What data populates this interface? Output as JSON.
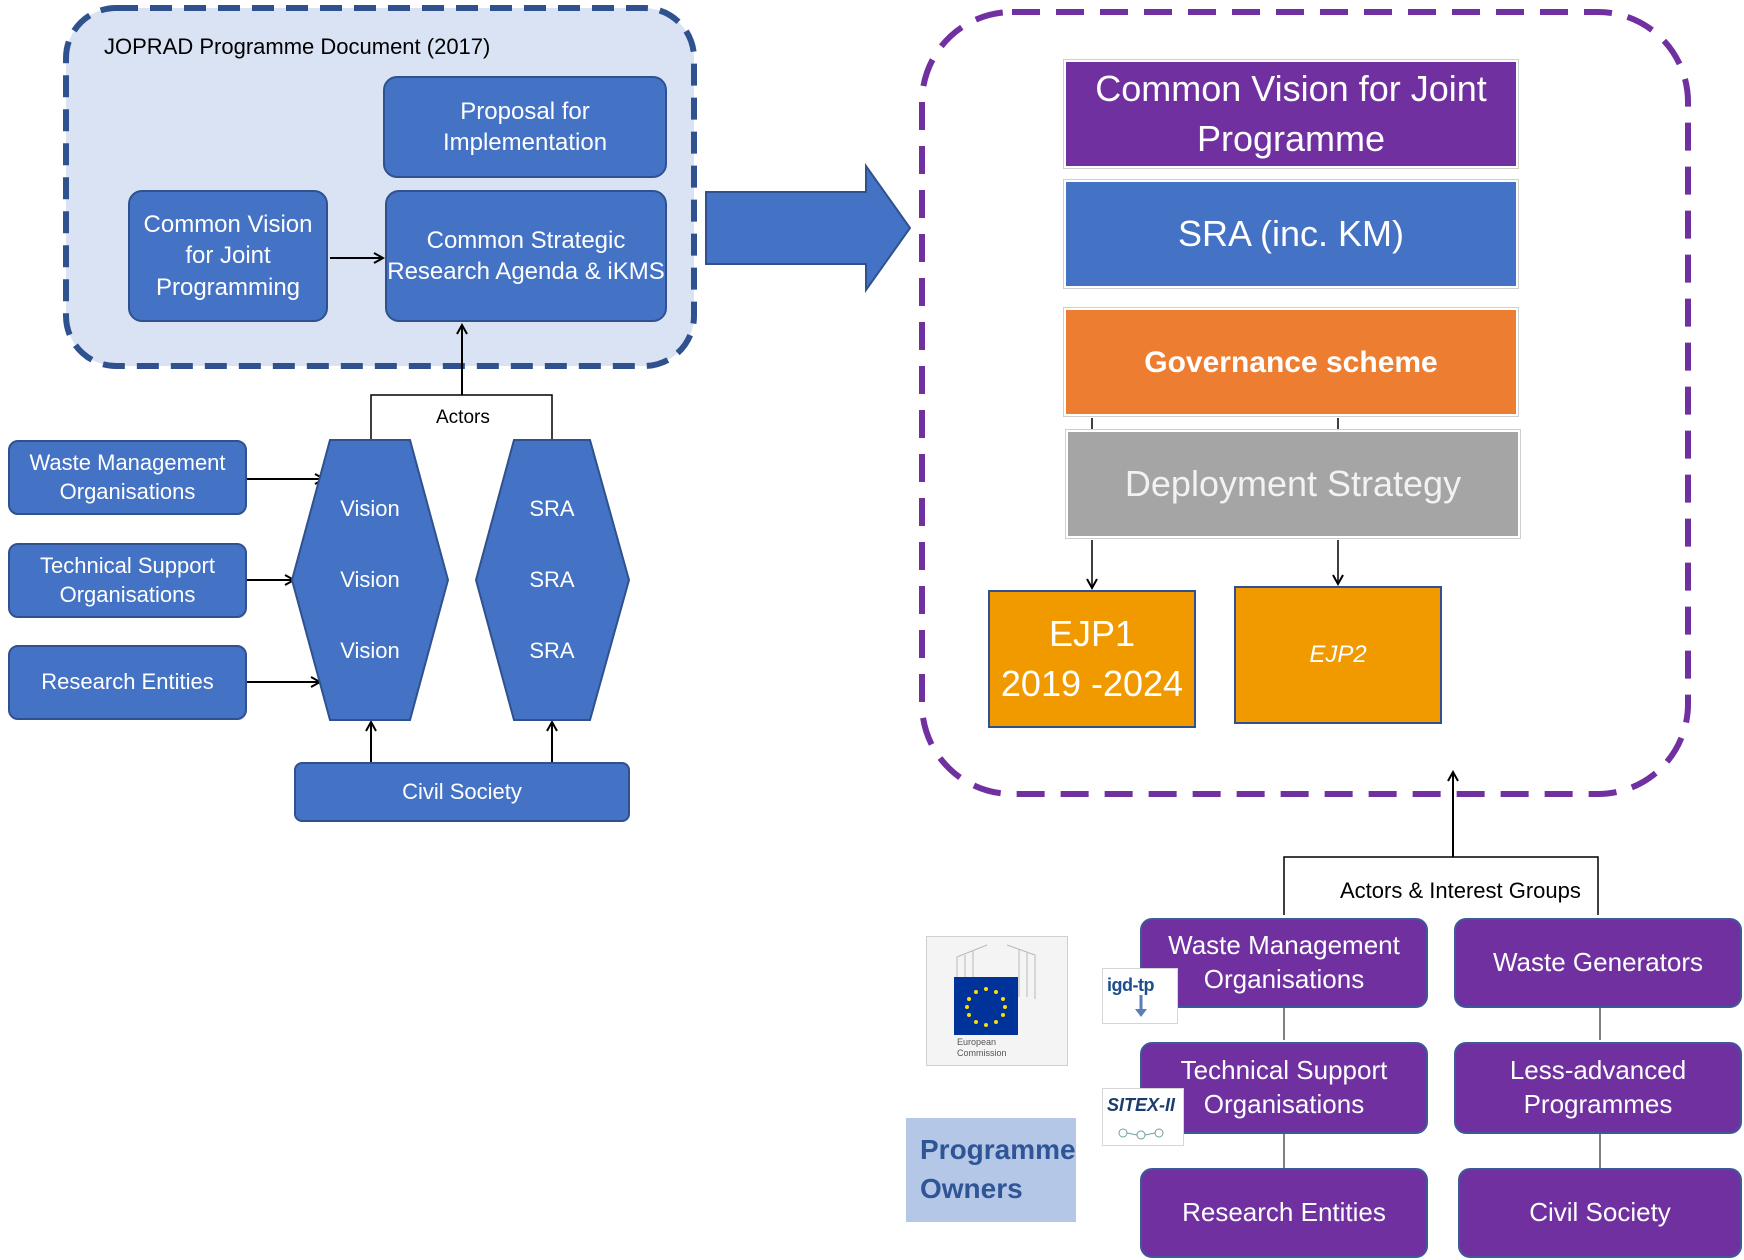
{
  "left_panel": {
    "title": "JOPRAD Programme Document (2017)",
    "proposal": "Proposal for\nImplementation",
    "common_vision": "Common Vision\nfor Joint\nProgramming",
    "common_sra": "Common Strategic\nResearch Agenda & iKMS",
    "actors_label": "Actors",
    "actors": [
      "Waste Management\nOrganisations",
      "Technical Support\nOrganisations",
      "Research Entities"
    ],
    "vision_hex": [
      "Vision",
      "Vision",
      "Vision"
    ],
    "sra_hex": [
      "SRA",
      "SRA",
      "SRA"
    ],
    "civil_society": "Civil Society"
  },
  "right_panel": {
    "vision": "Common Vision for Joint\nProgramme",
    "sra": "SRA (inc. KM)",
    "governance": "Governance scheme",
    "deployment": "Deployment  Strategy",
    "ejp1": "EJP1\n2019 -2024",
    "ejp2": "EJP2"
  },
  "bottom": {
    "actors_label": "Actors & Interest Groups",
    "groups": {
      "wmo": "Waste Management\nOrganisations",
      "waste_generators": "Waste Generators",
      "tso": "Technical Support\nOrganisations",
      "less_advanced": "Less-advanced\nProgrammes",
      "research": "Research Entities",
      "civil_society": "Civil Society"
    },
    "programme_owners": "Programme\nOwners",
    "ec_logo_text": "European\nCommission",
    "igd_logo_text": "igd-tp",
    "sitex_logo_text": "SITEX-II"
  },
  "colors": {
    "blue": "#4472c4",
    "purple": "#7030a0",
    "orange": "#ed7d31",
    "grey": "#a5a5a5",
    "gold": "#f09a00",
    "dark_blue_dash": "#2f528f",
    "purple_dash": "#7030a0"
  }
}
